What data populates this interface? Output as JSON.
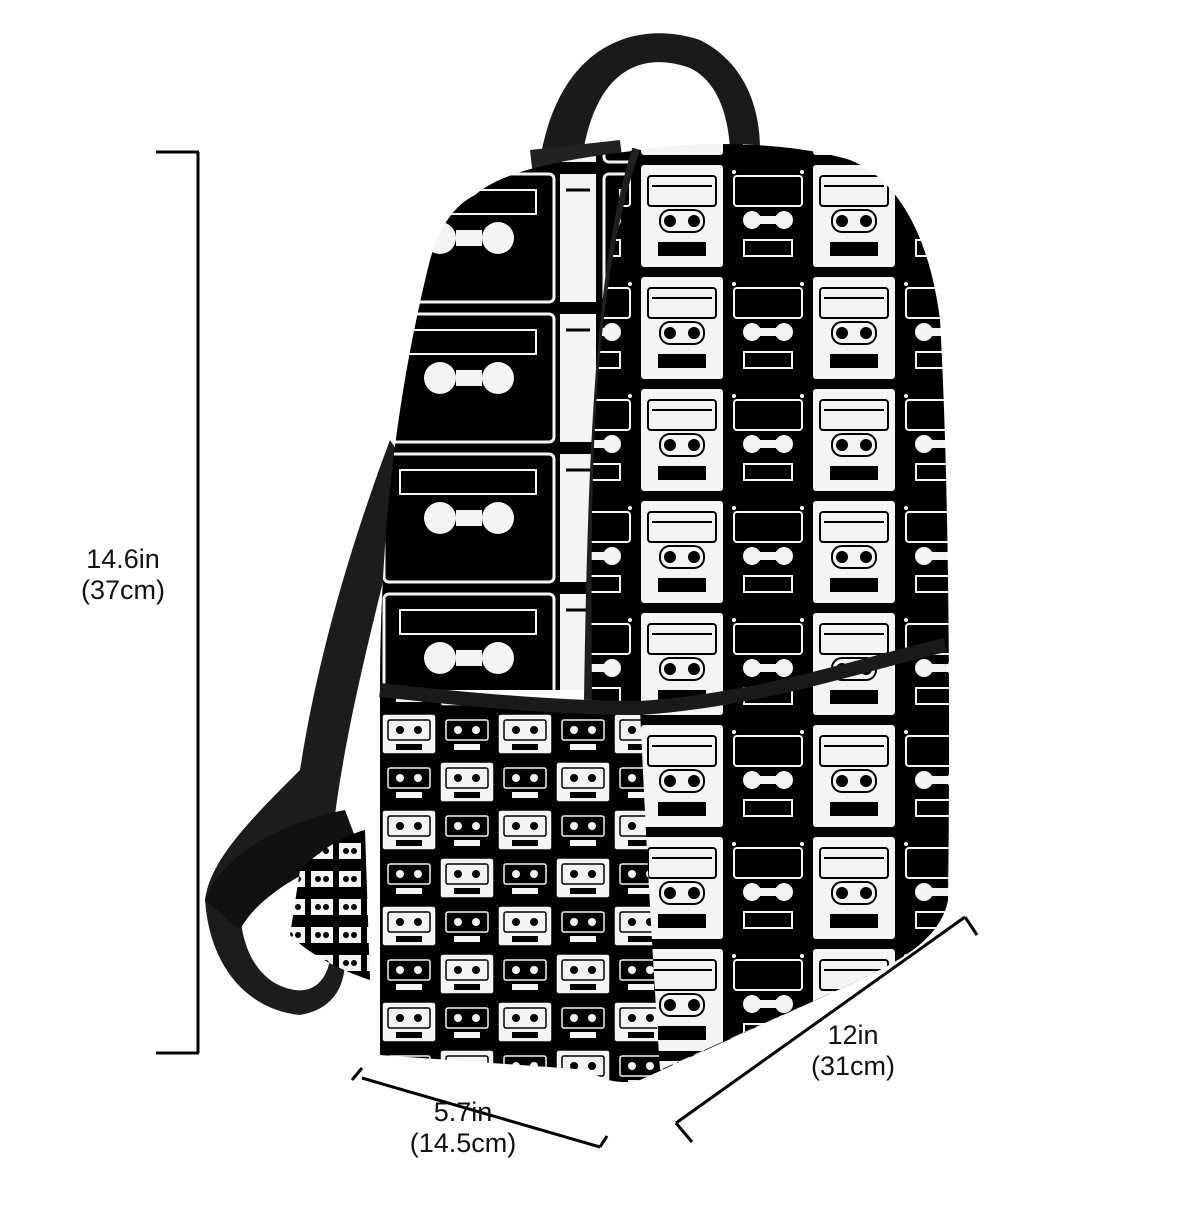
{
  "colors": {
    "background": "#ffffff",
    "fabric_dark": "#000000",
    "fabric_light": "#f4f4f4",
    "strap": "#151515",
    "dimension_lines": "#000000"
  },
  "dimensions": {
    "height": {
      "imperial": "14.6in",
      "metric": "(37cm)"
    },
    "depth": {
      "imperial": "5.7in",
      "metric": "(14.5cm)"
    },
    "width": {
      "imperial": "12in",
      "metric": "(31cm)"
    }
  },
  "product": {
    "pattern": "black and white cassette tape print"
  }
}
